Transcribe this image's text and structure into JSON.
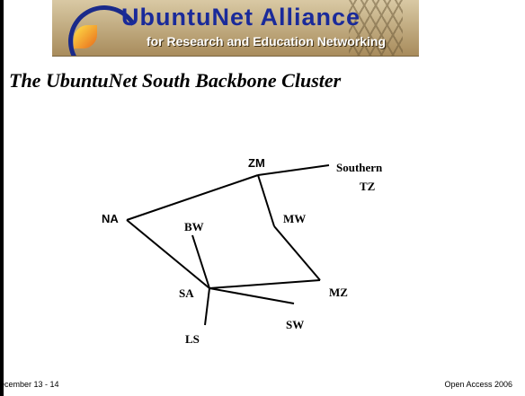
{
  "banner": {
    "title": "UbuntuNet Alliance",
    "subtitle": "for Research and Education Networking"
  },
  "slide": {
    "title": "The UbuntuNet South Backbone Cluster"
  },
  "diagram": {
    "nodes": [
      {
        "id": "ZM",
        "label": "ZM"
      },
      {
        "id": "SouthernTZ",
        "label_lines": [
          "Southern",
          "TZ"
        ]
      },
      {
        "id": "NA",
        "label": "NA"
      },
      {
        "id": "BW",
        "label": "BW"
      },
      {
        "id": "MW",
        "label": "MW"
      },
      {
        "id": "SA",
        "label": "SA"
      },
      {
        "id": "MZ",
        "label": "MZ"
      },
      {
        "id": "SW",
        "label": "SW"
      },
      {
        "id": "LS",
        "label": "LS"
      }
    ],
    "links": [
      [
        "ZM",
        "SouthernTZ"
      ],
      [
        "ZM",
        "NA"
      ],
      [
        "ZM",
        "MW"
      ],
      [
        "MW",
        "MZ"
      ],
      [
        "MZ",
        "SA"
      ],
      [
        "NA",
        "SA"
      ],
      [
        "BW",
        "SA"
      ],
      [
        "SA",
        "SW"
      ],
      [
        "SA",
        "LS"
      ]
    ]
  },
  "footer": {
    "left": "ecember 13 - 14",
    "right": "Open Access 2006"
  }
}
